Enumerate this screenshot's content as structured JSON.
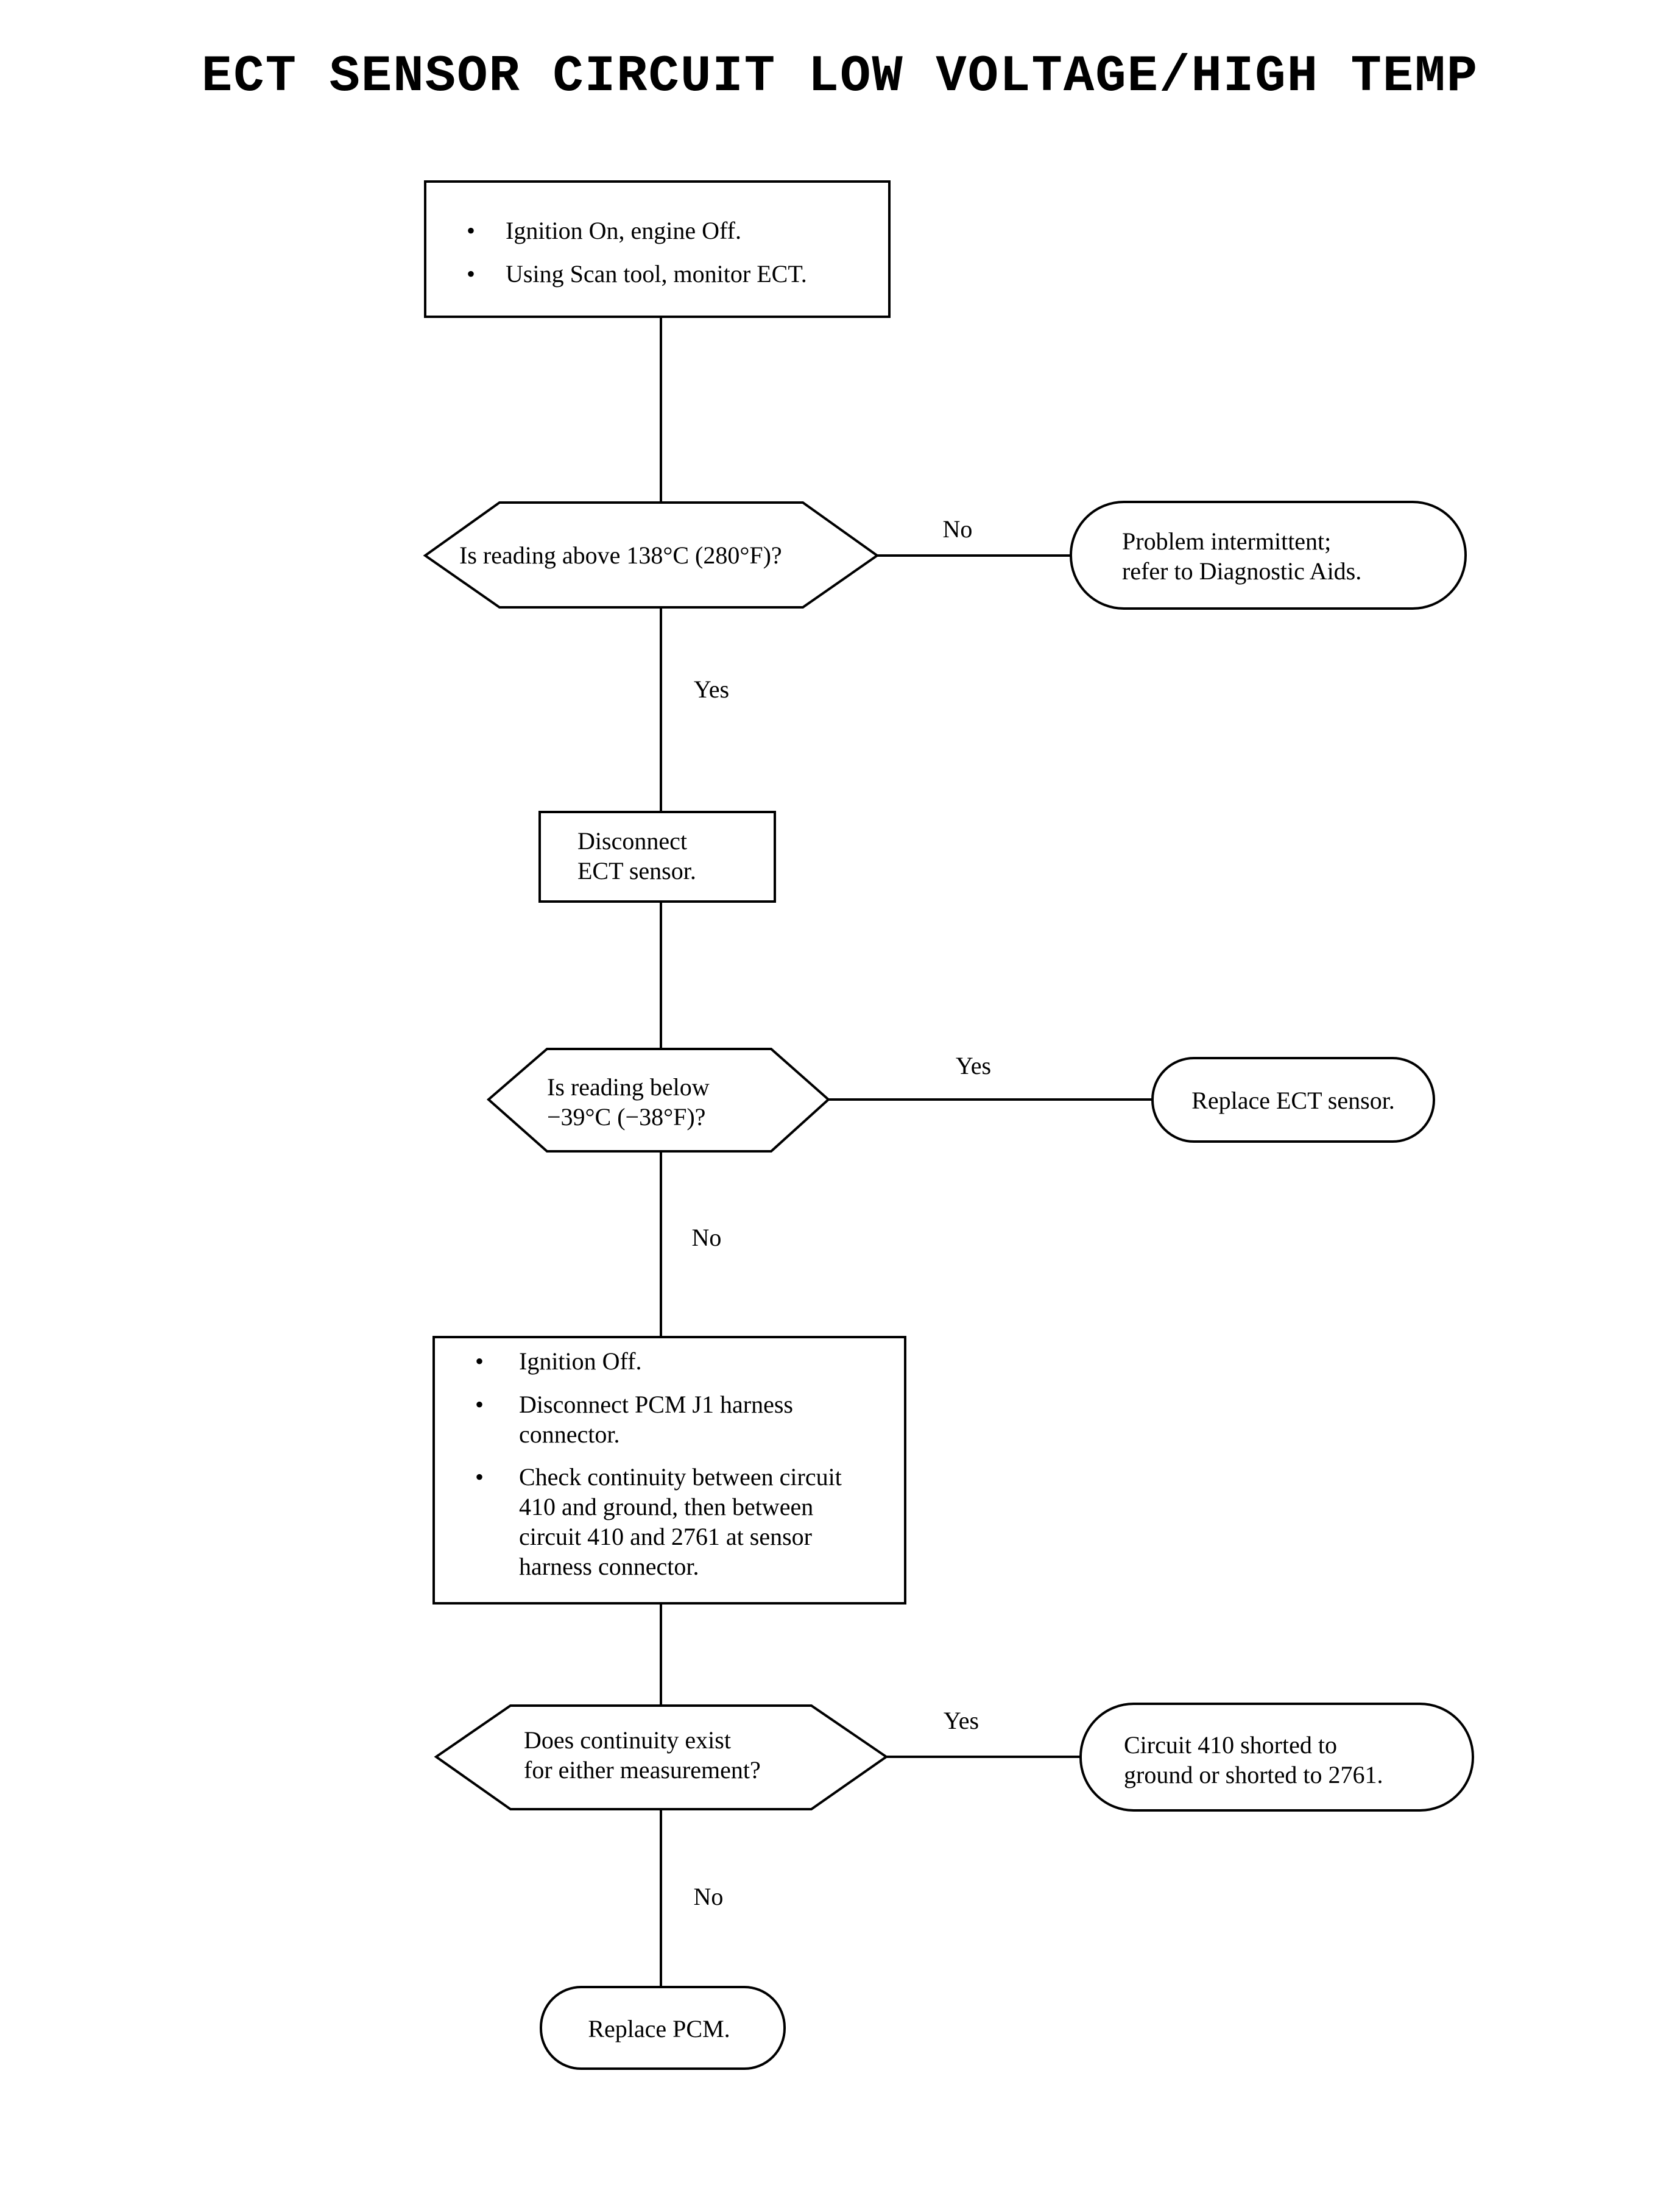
{
  "title": "ECT SENSOR CIRCUIT  LOW VOLTAGE/HIGH TEMP",
  "step1": {
    "bullets": [
      "Ignition On, engine Off.",
      "Using Scan tool, monitor ECT."
    ]
  },
  "decision1": {
    "lines": [
      "Is reading above 138°C (280°F)?"
    ],
    "no_label": "No",
    "yes_label": "Yes"
  },
  "result1": {
    "lines": [
      "Problem intermittent;",
      "refer to Diagnostic Aids."
    ]
  },
  "step2": {
    "lines": [
      "Disconnect",
      "ECT sensor."
    ]
  },
  "decision2": {
    "lines": [
      "Is reading below",
      "−39°C (−38°F)?"
    ],
    "yes_label": "Yes",
    "no_label": "No"
  },
  "result2": {
    "lines": [
      "Replace ECT sensor."
    ]
  },
  "step3": {
    "bullets": [
      [
        "Ignition Off."
      ],
      [
        "Disconnect PCM J1 harness",
        "connector."
      ],
      [
        "Check continuity between circuit",
        "410 and ground, then between",
        "circuit 410 and 2761 at sensor",
        "harness connector."
      ]
    ]
  },
  "decision3": {
    "lines": [
      "Does continuity exist",
      "for either measurement?"
    ],
    "yes_label": "Yes",
    "no_label": "No"
  },
  "result3": {
    "lines": [
      "Circuit 410 shorted to",
      "ground or shorted to 2761."
    ]
  },
  "result4": {
    "lines": [
      "Replace PCM."
    ]
  }
}
